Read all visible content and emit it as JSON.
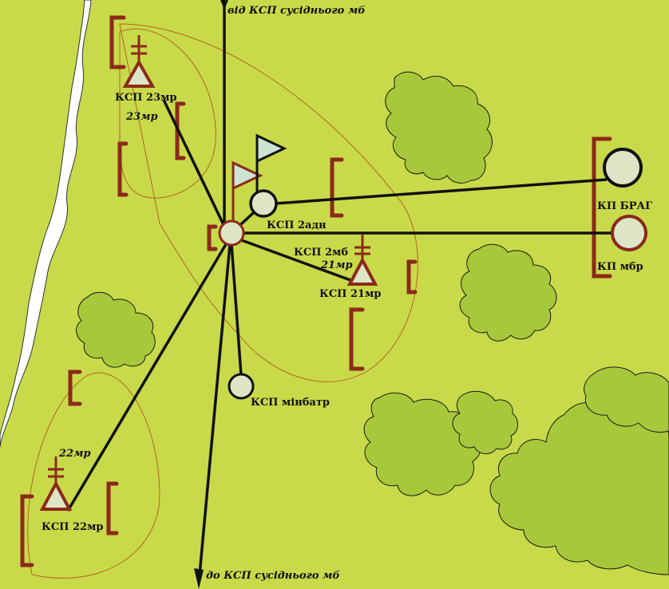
{
  "labels": {
    "incoming_top": "від КСП сусіднього мб",
    "outgoing_bottom": "до КСП сусіднього мб",
    "ksp_23mr": "КСП 23мр",
    "r_23mr": "23мр",
    "ksp_2adn": "КСП 2адн",
    "ksp_2mb": "КСП 2мб",
    "r_21mr": "21мр",
    "ksp_21mr": "КСП 21мр",
    "kp_brag": "КП БРАГ",
    "kp_mbr": "КП мбр",
    "ksp_minbatr": "КСП мінбатр",
    "r_22mr": "22мр",
    "ksp_22mr": "КСП 22мр"
  },
  "colors": {
    "terrain": "#c8da4a",
    "forest": "#a6c83a",
    "river": "#ffffff",
    "unit_outline": "#8b2a1a",
    "node_fill": "#dde5c6",
    "flag_fill": "#cde3d3",
    "link_line": "#111111",
    "zone_line": "#b5651d"
  },
  "icons": {
    "post_symbol": "triangle-with-mast-icon",
    "node_symbol": "circle-node-icon",
    "flag_symbol": "pennant-flag-icon",
    "position_symbol": "bracket-position-icon"
  }
}
